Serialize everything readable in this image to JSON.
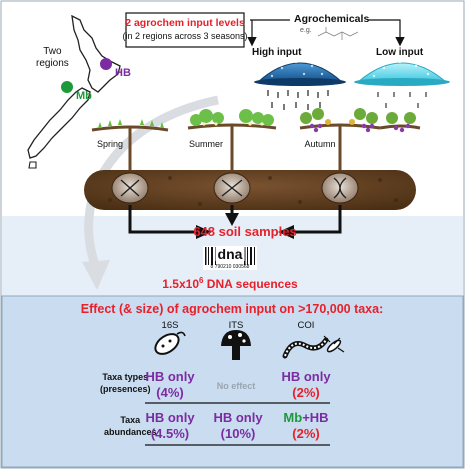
{
  "regions": {
    "label_line1": "Two",
    "label_line2": "regions",
    "hb": "HB",
    "mb": "Mb"
  },
  "header_box": {
    "line1": "2 agrochem input levels",
    "line2": "(in 2 regions across 3 seasons)"
  },
  "agrochemicals": {
    "title": "Agrochemicals",
    "eg": "e.g.",
    "high": "High input",
    "low": "Low input"
  },
  "seasons": [
    "Spring",
    "Summer",
    "Autumn"
  ],
  "soil_samples": "648 soil samples",
  "dna": {
    "barcode_text": "dna",
    "barcode_digits": "8 790210 030568",
    "sequences_prefix": "1.5x10",
    "sequences_exp": "6",
    "sequences_suffix": " DNA sequences"
  },
  "effect_title": "Effect (& size) of agrochem input on >170,000 taxa:",
  "columns": [
    "16S",
    "ITS",
    "COI"
  ],
  "rows": [
    {
      "label_line1": "Taxa types",
      "label_line2": "(presences)",
      "cells": [
        {
          "line1": "HB only",
          "line2": "(4%)"
        },
        {
          "line1": "No effect",
          "line2": ""
        },
        {
          "line1": "HB only",
          "line2": "(2%)"
        }
      ]
    },
    {
      "label_line1": "Taxa",
      "label_line2": "abundances",
      "cells": [
        {
          "line1": "HB only",
          "line2": "(4.5%)"
        },
        {
          "line1": "HB only",
          "line2": "(10%)"
        },
        {
          "line1a": "Mb",
          "line1b": "+HB",
          "line2": "(2%)"
        }
      ]
    }
  ],
  "colors": {
    "purple": "#7a2ca0",
    "red": "#e8202a",
    "green": "#1c9a3a",
    "soil": "#5c3d1e",
    "blue_box": "#c9dcf0",
    "high_dome": "#1a5f9c",
    "low_dome": "#5fd6ea"
  }
}
